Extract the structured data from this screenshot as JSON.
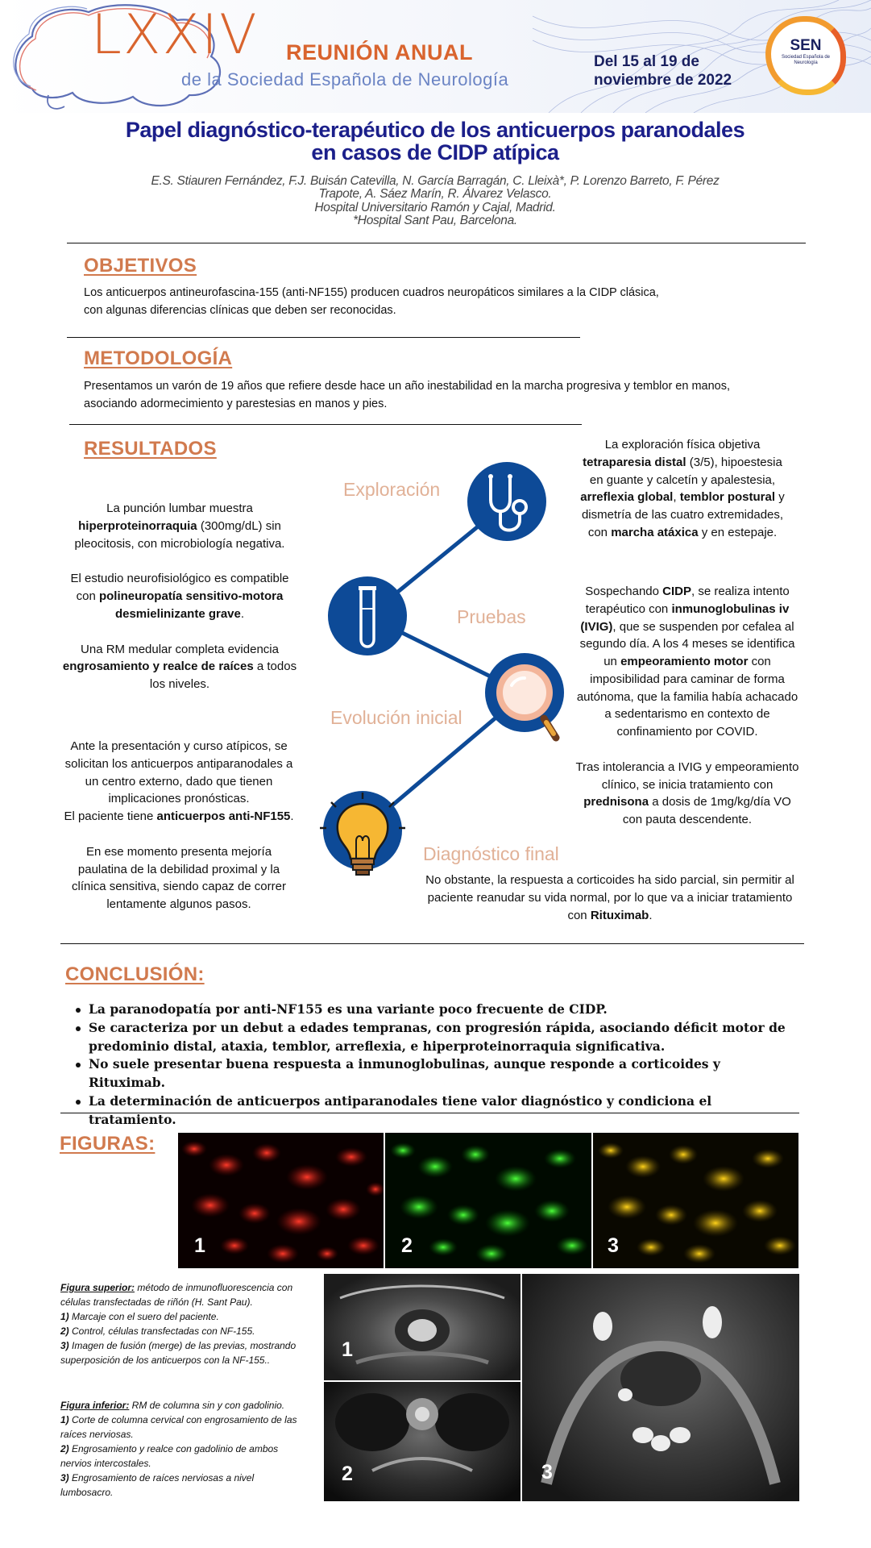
{
  "header": {
    "edition": "LXXIV",
    "meeting": "REUNIÓN ANUAL",
    "society": "de la Sociedad Española de Neurología",
    "dates_line1": "Del 15 al 19 de",
    "dates_line2": "noviembre de 2022",
    "logo_text": "SEN",
    "logo_subtext": "Sociedad Española de Neurología"
  },
  "title": {
    "line1": "Papel diagnóstico-terapéutico de los anticuerpos paranodales",
    "line2": "en casos de CIDP atípica"
  },
  "authors": {
    "line1": "E.S. Stiauren Fernández, F.J. Buisán Catevilla, N. García Barragán, C. Lleixà*, P. Lorenzo Barreto, F. Pérez",
    "line2": "Trapote, A. Sáez Marín, R. Álvarez Velasco.",
    "line3": "Hospital Universitario Ramón y Cajal, Madrid.",
    "line4": "*Hospital Sant Pau, Barcelona."
  },
  "objetivos": {
    "heading": "OBJETIVOS",
    "line1": "Los anticuerpos antineurofascina-155 (anti-NF155) producen cuadros neuropáticos similares a la CIDP clásica,",
    "line2": "con algunas diferencias clínicas que deben ser reconocidas."
  },
  "metodologia": {
    "heading": "METODOLOGÍA",
    "line1": "Presentamos un varón de 19 años que refiere desde hace un año inestabilidad en la marcha progresiva y temblor en manos,",
    "line2": "asociando adormecimiento y parestesias en manos y pies."
  },
  "resultados": {
    "heading": "RESULTADOS",
    "timeline_labels": {
      "exploracion": "Exploración",
      "pruebas": "Pruebas",
      "evolucion": "Evolución inicial",
      "diagnostico": "Diagnóstico final"
    },
    "left": {
      "p1_a": "La punción lumbar muestra",
      "p1_b": "hiperproteinorraquia",
      "p1_c": " (300mg/dL) sin",
      "p1_d": "pleocitosis, con microbiología negativa.",
      "p2_a": "El estudio neurofisiológico es compatible",
      "p2_b": "con ",
      "p2_c": "polineuropatía sensitivo-motora",
      "p2_d": "desmielinizante grave",
      "p2_e": ".",
      "p3_a": "Una RM medular completa evidencia",
      "p3_b": "engrosamiento y realce de raíces",
      "p3_c": " a todos",
      "p3_d": "los niveles.",
      "p4_a": "Ante la presentación y curso atípicos, se",
      "p4_b": "solicitan los anticuerpos antiparanodales a",
      "p4_c": "un centro externo, dado que tienen",
      "p4_d": "implicaciones pronósticas.",
      "p4_e": "El paciente tiene ",
      "p4_f": "anticuerpos anti-NF155",
      "p4_g": ".",
      "p5_a": "En ese momento presenta mejoría",
      "p5_b": "paulatina de la debilidad proximal y la",
      "p5_c": "clínica sensitiva, siendo capaz de correr",
      "p5_d": "lentamente algunos pasos."
    },
    "right": {
      "e1": "La exploración física objetiva",
      "e2": "tetraparesia distal",
      "e3": " (3/5), hipoestesia",
      "e4": "en guante y calcetín y apalestesia,",
      "e5": "arreflexia global",
      "e6": ", ",
      "e7": "temblor postural",
      "e8": " y",
      "e9": "dismetría de las cuatro extremidades,",
      "e10": "con ",
      "e11": "marcha atáxica",
      "e12": " y en estepaje.",
      "s1": "Sospechando ",
      "s2": "CIDP",
      "s3": ", se realiza intento",
      "s4": "terapéutico con ",
      "s5": "inmunoglobulinas iv",
      "s6": "(IVIG)",
      "s7": ", que se suspenden por cefalea al",
      "s8": "segundo día. A los 4 meses se identifica",
      "s9": "un ",
      "s10": "empeoramiento motor",
      "s11": " con",
      "s12": "imposibilidad para caminar de forma",
      "s13": "autónoma, que la familia había achacado",
      "s14": "a sedentarismo en contexto de",
      "s15": "confinamiento por COVID.",
      "t1": "Tras intolerancia a IVIG y empeoramiento",
      "t2": "clínico, se inicia tratamiento con",
      "t3": "prednisona",
      "t4": " a dosis de 1mg/kg/día VO",
      "t5": "con pauta descendente."
    },
    "final": {
      "l1": "No obstante, la respuesta a corticoides ha sido parcial, sin permitir al",
      "l2": "paciente reanudar su vida normal, por lo que va a iniciar tratamiento",
      "l3": "con ",
      "l4": "Rituximab",
      "l5": "."
    }
  },
  "conclusion": {
    "heading": "CONCLUSIÓN:",
    "items": [
      "La paranodopatía por anti-NF155 es una variante poco frecuente de CIDP.",
      "Se caracteriza por un debut a edades tempranas, con progresión rápida, asociando déficit motor de predominio distal, ataxia, temblor, arreflexia, e hiperproteinorraquia significativa.",
      "No suele presentar buena respuesta a inmunoglobulinas, aunque responde a corticoides y Rituximab.",
      "La determinación de anticuerpos antiparanodales tiene valor diagnóstico y condiciona el tratamiento."
    ]
  },
  "figuras": {
    "heading": "FIGURAS:",
    "top_labels": [
      "1",
      "2",
      "3"
    ],
    "bottom_labels": [
      "1",
      "2",
      "3"
    ],
    "caption_sup": {
      "lead": "Figura superior:",
      "text": " método de inmunofluorescencia con células transfectadas de riñón (H. Sant Pau).",
      "i1n": "1)",
      "i1": " Marcaje con el suero del paciente.",
      "i2n": "2)",
      "i2": " Control, células transfectadas con NF-155.",
      "i3n": "3)",
      "i3": " Imagen de fusión (merge) de las previas, mostrando superposición de los anticuerpos con la NF-155.."
    },
    "caption_inf": {
      "lead": "Figura inferior:",
      "text": " RM de columna sin y con gadolinio.",
      "i1n": "1)",
      "i1": " Corte de columna cervical con engrosamiento de las raíces nerviosas.",
      "i2n": "2)",
      "i2": " Engrosamiento y realce con gadolinio de ambos nervios intercostales.",
      "i3n": "3)",
      "i3": " Engrosamiento de raíces nerviosas a nivel lumbosacro."
    }
  },
  "colors": {
    "accent_orange": "#d17a4e",
    "title_blue": "#1b1f8a",
    "timeline_blue": "#0d4a97",
    "timeline_label": "#e1b197"
  },
  "icons": [
    "stethoscope-icon",
    "test-tube-icon",
    "magnifier-icon",
    "lightbulb-icon"
  ]
}
